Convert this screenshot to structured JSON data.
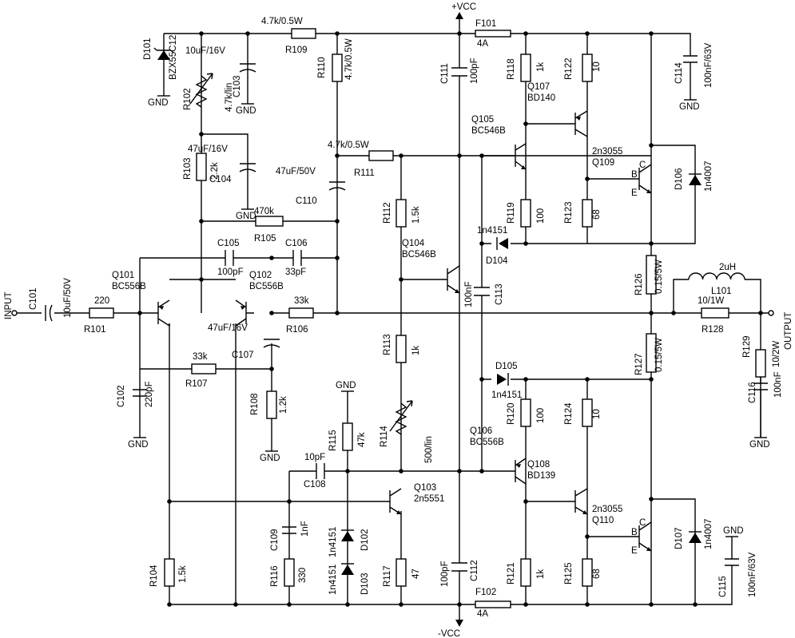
{
  "nets": {
    "vcc": "+VCC",
    "vee": "-VCC",
    "gnd": "GND",
    "input": "INPUT",
    "output": "OUTPUT"
  },
  "components": {
    "D101": {
      "ref": "D101",
      "value": "BZX55C12"
    },
    "C101": {
      "ref": "C101",
      "value": "10uF/50V"
    },
    "R101": {
      "ref": "R101",
      "value": "220"
    },
    "C102": {
      "ref": "C102",
      "value": "220pF"
    },
    "Q101": {
      "ref": "Q101",
      "value": "BC556B"
    },
    "Q102": {
      "ref": "Q102",
      "value": "BC556B"
    },
    "R102": {
      "ref": "R102",
      "value": "4.7k/lin"
    },
    "C103": {
      "ref": "C103",
      "value": "10uF/16V"
    },
    "R103": {
      "ref": "R103",
      "value": "2.2k"
    },
    "C104": {
      "ref": "C104",
      "value": "47uF/16V"
    },
    "R104": {
      "ref": "R104",
      "value": "1.5k"
    },
    "C105": {
      "ref": "C105",
      "value": "100pF"
    },
    "R105": {
      "ref": "R105",
      "value": "470k"
    },
    "C106": {
      "ref": "C106",
      "value": "33pF"
    },
    "R106": {
      "ref": "R106",
      "value": "33k"
    },
    "C107": {
      "ref": "C107",
      "value": "47uF/16V"
    },
    "R107": {
      "ref": "R107",
      "value": "33k"
    },
    "R108": {
      "ref": "R108",
      "value": "1.2k"
    },
    "C108": {
      "ref": "C108",
      "value": "10pF"
    },
    "C109": {
      "ref": "C109",
      "value": "1nF"
    },
    "R109": {
      "ref": "R109",
      "value": "4.7k/0.5W"
    },
    "R110": {
      "ref": "R110",
      "value": "4.7k/0.5W"
    },
    "C110": {
      "ref": "C110",
      "value": "47uF/50V"
    },
    "R111": {
      "ref": "R111",
      "value": "4.7k/0.5W"
    },
    "C111": {
      "ref": "C111",
      "value": "100pF"
    },
    "R112": {
      "ref": "R112",
      "value": "1.5k"
    },
    "R113": {
      "ref": "R113",
      "value": "1k"
    },
    "R114": {
      "ref": "R114",
      "value": "500/lin"
    },
    "R115": {
      "ref": "R115",
      "value": "47k"
    },
    "R116": {
      "ref": "R116",
      "value": "330"
    },
    "R117": {
      "ref": "R117",
      "value": "47"
    },
    "Q103": {
      "ref": "Q103",
      "value": "2n5551"
    },
    "Q104": {
      "ref": "Q104",
      "value": "BC546B"
    },
    "C112": {
      "ref": "C112",
      "value": "100pF"
    },
    "C113": {
      "ref": "C113",
      "value": "100nF"
    },
    "D102": {
      "ref": "D102",
      "value": "1n4151"
    },
    "D103": {
      "ref": "D103",
      "value": "1n4151"
    },
    "D104": {
      "ref": "D104",
      "value": "1n4151"
    },
    "D105": {
      "ref": "D105",
      "value": "1n4151"
    },
    "F101": {
      "ref": "F101",
      "value": "4A"
    },
    "F102": {
      "ref": "F102",
      "value": "4A"
    },
    "R118": {
      "ref": "R118",
      "value": "1k"
    },
    "Q107": {
      "ref": "Q107",
      "value": "BD140"
    },
    "Q105": {
      "ref": "Q105",
      "value": "BC546B"
    },
    "R119": {
      "ref": "R119",
      "value": "100"
    },
    "R120": {
      "ref": "R120",
      "value": "100"
    },
    "Q106": {
      "ref": "Q106",
      "value": "BC556B"
    },
    "Q108": {
      "ref": "Q108",
      "value": "BD139"
    },
    "R121": {
      "ref": "R121",
      "value": "1k"
    },
    "R122": {
      "ref": "R122",
      "value": "10"
    },
    "R123": {
      "ref": "R123",
      "value": "68"
    },
    "R124": {
      "ref": "R124",
      "value": "10"
    },
    "R125": {
      "ref": "R125",
      "value": "68"
    },
    "Q109": {
      "ref": "Q109",
      "value": "2n3055"
    },
    "Q110": {
      "ref": "Q110",
      "value": "2n3055"
    },
    "C114": {
      "ref": "C114",
      "value": "100nF/63V"
    },
    "C115": {
      "ref": "C115",
      "value": "100nF/63V"
    },
    "D106": {
      "ref": "D106",
      "value": "1n4007"
    },
    "D107": {
      "ref": "D107",
      "value": "1n4007"
    },
    "R126": {
      "ref": "R126",
      "value": "0.15/5W"
    },
    "R127": {
      "ref": "R127",
      "value": "0.15/5W"
    },
    "L101": {
      "ref": "L101",
      "value": "2uH"
    },
    "R128": {
      "ref": "R128",
      "value": "10/1W"
    },
    "R129": {
      "ref": "R129",
      "value": "10/2W"
    },
    "C116": {
      "ref": "C116",
      "value": "100nF"
    }
  },
  "pins": {
    "b": "B",
    "c": "C",
    "e": "E"
  }
}
